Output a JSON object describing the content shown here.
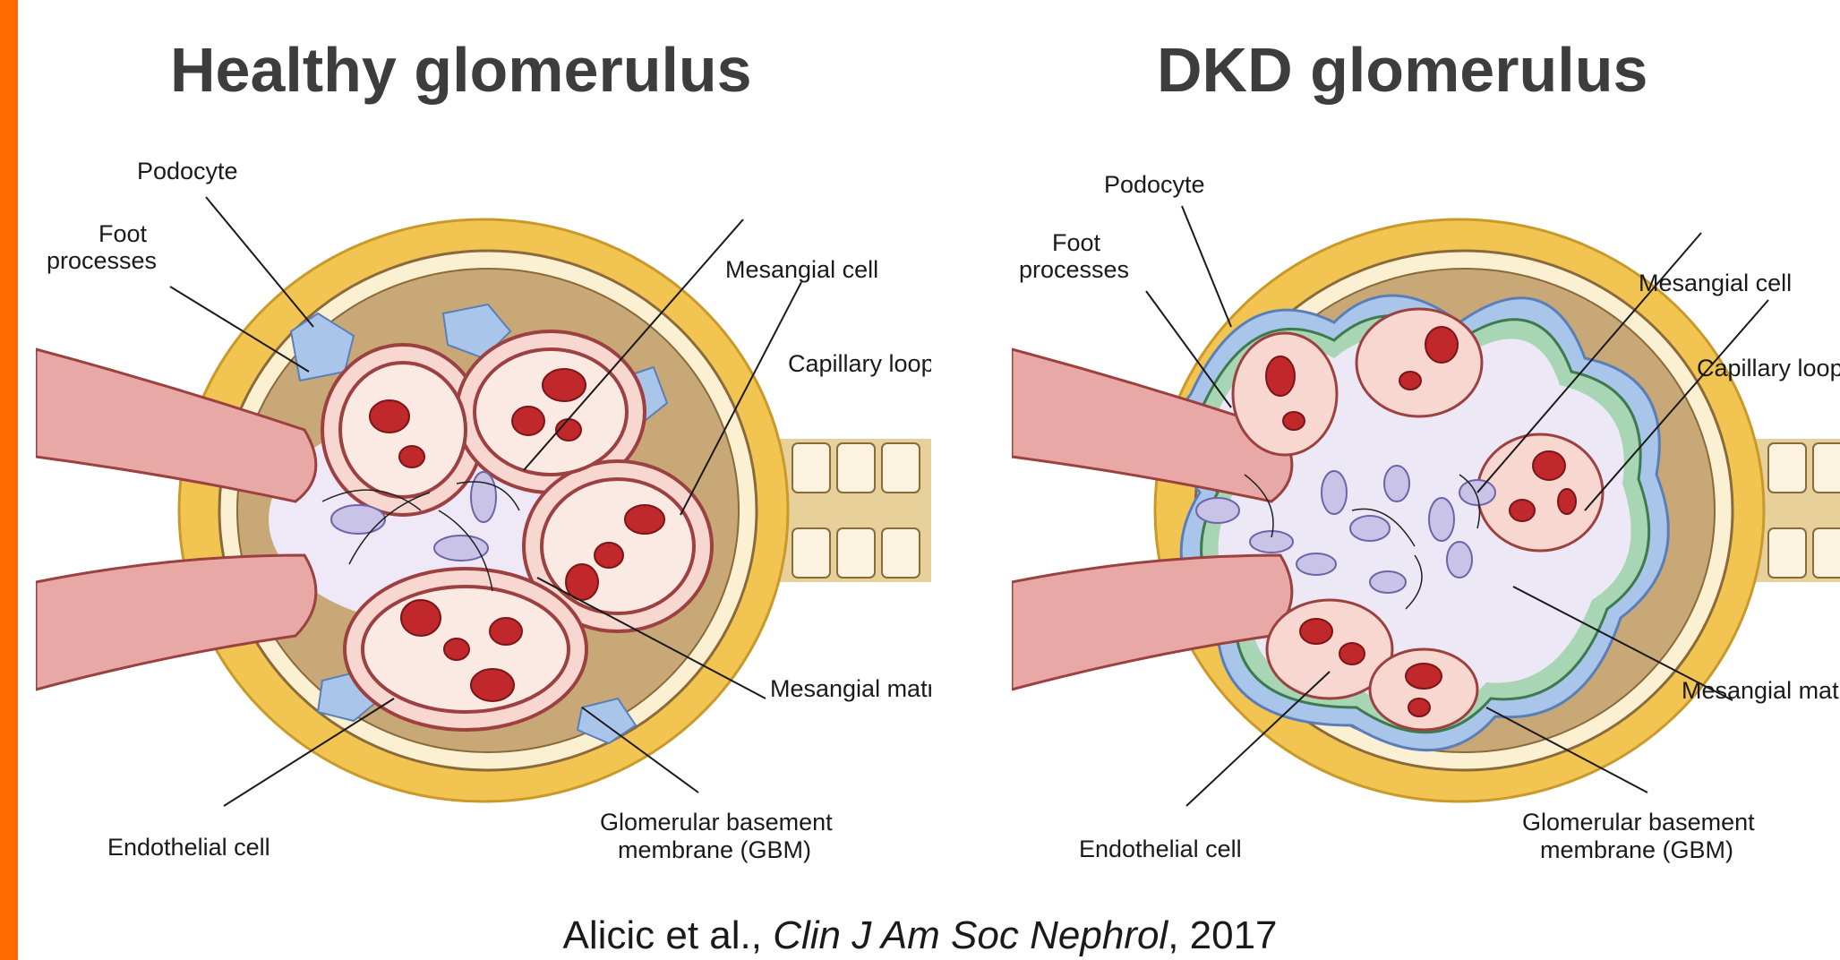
{
  "titles": {
    "left": "Healthy glomerulus",
    "right": "DKD glomerulus"
  },
  "labels": {
    "podocyte": "Podocyte",
    "foot_line1": "Foot",
    "foot_line2": "processes",
    "mesangial_cell": "Mesangial cell",
    "capillary_loop": "Capillary loop",
    "mesangial_matrix": "Mesangial matrix",
    "endothelial_cell": "Endothelial cell",
    "gbm_line1": "Glomerular basement",
    "gbm_line2": "membrane (GBM)"
  },
  "citation": {
    "authors": "Alicic et al., ",
    "journal": "Clin J Am Soc Nephrol",
    "year": ", 2017"
  },
  "colors": {
    "accent": "#ff6a00",
    "capsule": "#f2c552",
    "capsule_inner": "#c9a877",
    "vessel": "#d98c8c",
    "rbc": "#c0282b",
    "podocyte": "#a9c6ea",
    "mesangial": "#c9c3e8",
    "gbm_thick": "#a8d5b4"
  }
}
